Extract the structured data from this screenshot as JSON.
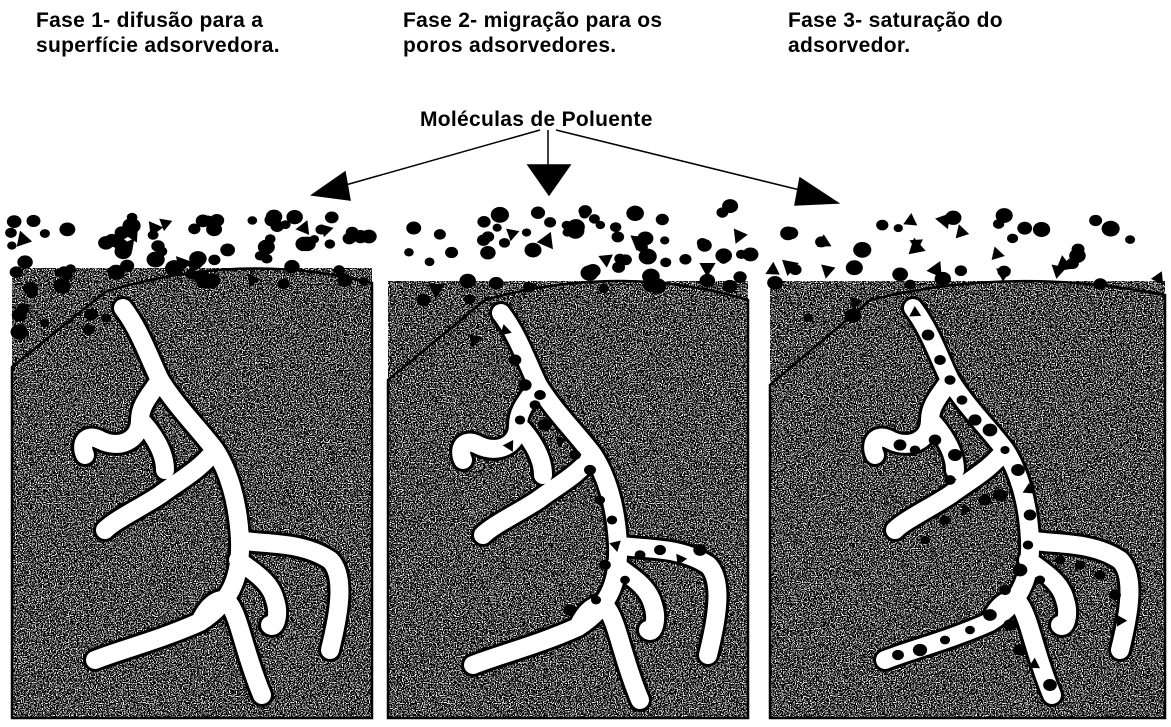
{
  "phases": [
    {
      "line1": "Fase 1- difusão para a",
      "line2": "superfície adsorvedora."
    },
    {
      "line1": "Fase 2- migração para os",
      "line2": "poros adsorvedores."
    },
    {
      "line1": "Fase 3- saturação do",
      "line2": "adsorvedor."
    }
  ],
  "pollutant_label": "Moléculas de Poluente",
  "colors": {
    "ink": "#000000",
    "background": "#ffffff"
  }
}
